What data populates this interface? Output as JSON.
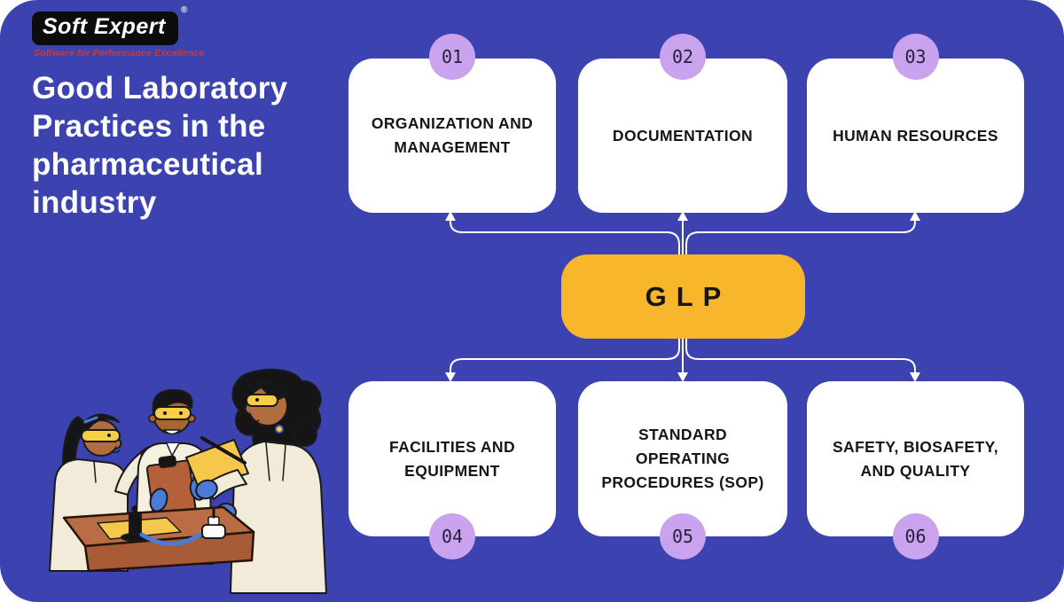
{
  "logo": {
    "name": "Soft Expert",
    "registered": "®",
    "tagline": "Software for Performance Excellence"
  },
  "title": {
    "text": "Good Laboratory Practices in the pharmaceutical industry",
    "lines": [
      "Good Laboratory",
      "Practices in the",
      "pharmaceutical",
      "industry"
    ]
  },
  "center_node": {
    "label": "GLP"
  },
  "cards": [
    {
      "number": "01",
      "label": "ORGANIZATION AND MANAGEMENT",
      "row": "top"
    },
    {
      "number": "02",
      "label": "DOCUMENTATION",
      "row": "top"
    },
    {
      "number": "03",
      "label": "HUMAN RESOURCES",
      "row": "top"
    },
    {
      "number": "04",
      "label": "FACILITIES AND EQUIPMENT",
      "row": "bottom"
    },
    {
      "number": "05",
      "label": "STANDARD OPERATING PROCEDURES (SOP)",
      "row": "bottom"
    },
    {
      "number": "06",
      "label": "SAFETY, BIOSAFETY, AND QUALITY",
      "row": "bottom"
    }
  ],
  "illustration": {
    "alt": "three-scientists-at-lab-table"
  },
  "colors": {
    "background": "#3C42B0",
    "card": "#FFFFFF",
    "badge": "#C9A3ED",
    "accent": "#F8B62D",
    "connector": "#FFFFFF",
    "tagline_red": "#CF3A2E",
    "title_text": "#FFFFFF",
    "card_text": "#161616"
  }
}
